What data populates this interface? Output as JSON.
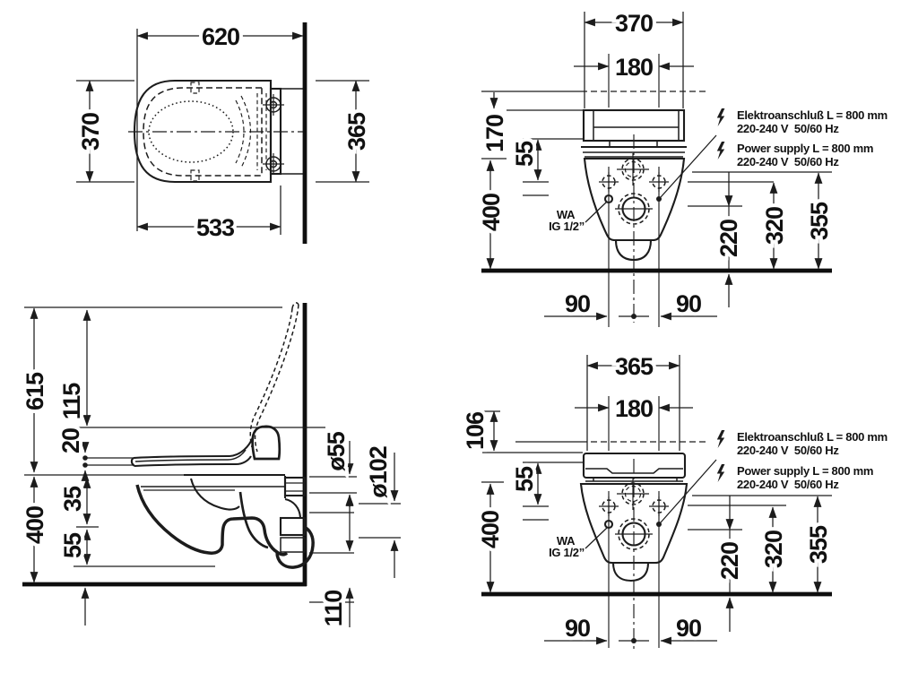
{
  "views": {
    "plan": {
      "dims": {
        "d620": "620",
        "d370": "370",
        "d365": "365",
        "d533": "533"
      }
    },
    "front_a": {
      "dims": {
        "w": "370",
        "holes": "180",
        "seat": "170",
        "s55": "55",
        "h400": "400",
        "h220": "220",
        "h320": "320",
        "h355": "355",
        "n90l": "90",
        "n90r": "90"
      }
    },
    "side": {
      "dims": {
        "d615": "615",
        "d115": "115",
        "d20": "20",
        "d35": "35",
        "d55": "55",
        "d400": "400",
        "dia55": "ø55",
        "dia102": "ø102",
        "d110": "110"
      }
    },
    "front_b": {
      "dims": {
        "w": "365",
        "holes": "180",
        "seat": "106",
        "s55": "55",
        "h400": "400",
        "h220": "220",
        "h320": "320",
        "h355": "355",
        "n90l": "90",
        "n90r": "90"
      }
    }
  },
  "annotations": {
    "electro_line1": "Elektroanschluß L = 800 mm",
    "electro_line2": "220-240 V  50/60 Hz",
    "power_line1": "Power supply L = 800 mm",
    "power_line2": "220-240 V  50/60 Hz",
    "wa_line1": "WA",
    "wa_line2": "IG 1/2”"
  }
}
